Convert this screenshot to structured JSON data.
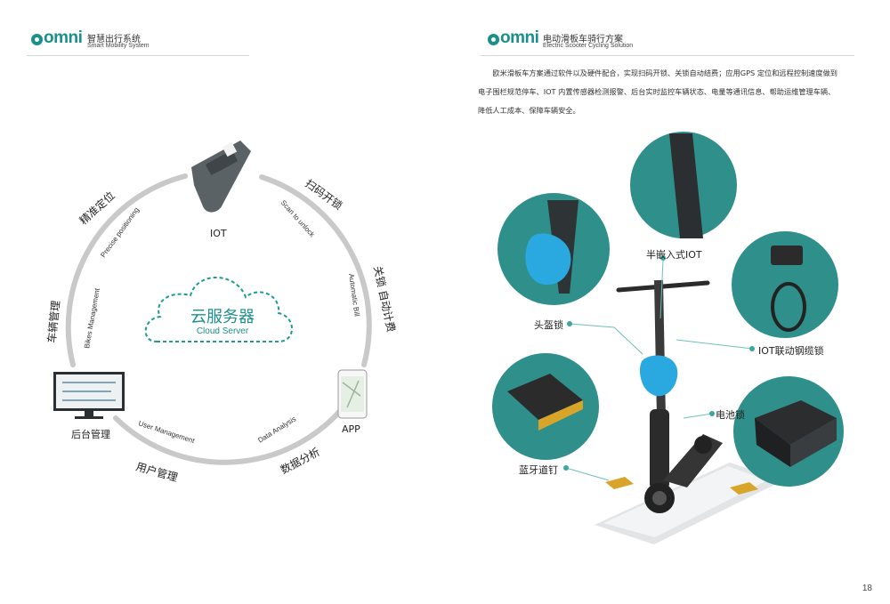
{
  "left_page": {
    "brand": "omni",
    "header_cn": "智慧出行系统",
    "header_en": "Smart Mobility System",
    "center_cn": "云服务器",
    "center_en": "Cloud Server",
    "nodes": {
      "iot": "IOT",
      "app": "APP",
      "backend": "后台管理"
    },
    "arc_labels": {
      "scan_cn": "扫码开锁",
      "scan_en": "Scan to unlock",
      "bill_cn": "关锁 自动计费",
      "bill_en": "Automatic  Bill",
      "data_cn": "数据分析",
      "data_en": "Data Analysis",
      "user_cn": "用户管理",
      "user_en": "User Management",
      "bikes_cn": "车辆管理",
      "bikes_en": "Bikes Management",
      "pos_cn": "精准定位",
      "pos_en": "Precise positioning"
    }
  },
  "right_page": {
    "brand": "omni",
    "header_cn": "电动滑板车骑行方案",
    "header_en": "Electric Scooter Cycling Solution",
    "intro": "欧米滑板车方案通过软件以及硬件配合，实现扫码开锁、关锁自动结费；应用GPS 定位和远程控制速度做到电子围栏规范停车、IOT 内置传感器检测报警、后台实时监控车辆状态、电量等通讯信息、帮助运维管理车辆、降低人工成本、保障车辆安全。",
    "callouts": {
      "semi_iot": "半嵌入式IOT",
      "helmet": "头盔锁",
      "cable": "IOT联动钢缆锁",
      "battery": "电池锁",
      "bluetooth": "蓝牙道钉"
    },
    "page_number": "18"
  },
  "colors": {
    "teal": "#2f8f8a",
    "arc": "#c9c9c9",
    "helmet": "#2aa9e0",
    "accent": "#1b8f8a"
  }
}
